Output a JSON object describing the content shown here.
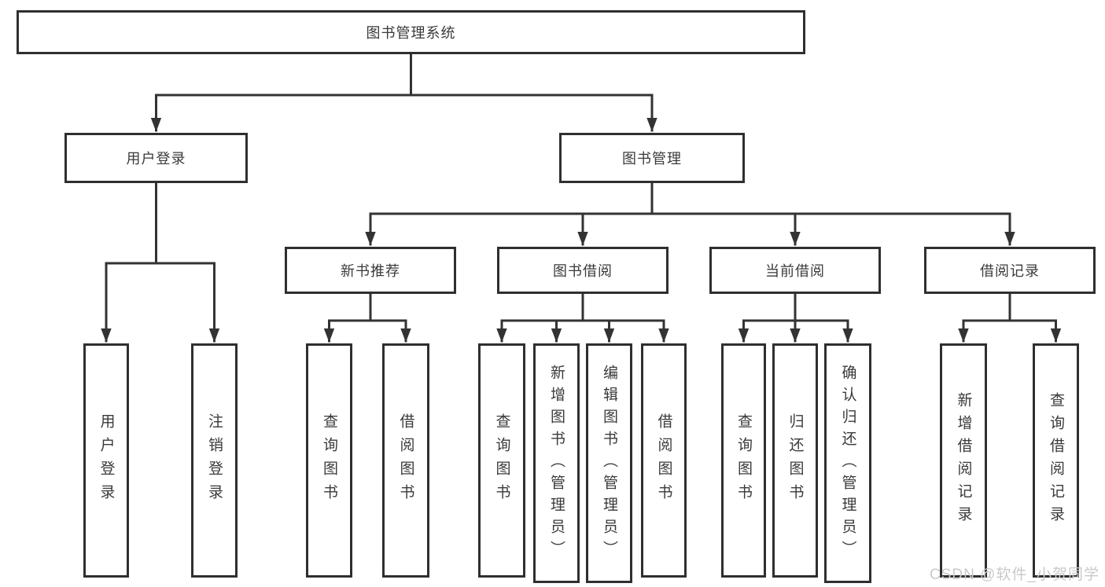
{
  "diagram": {
    "root": {
      "label": "图书管理系统"
    },
    "level2": [
      {
        "label": "用户登录"
      },
      {
        "label": "图书管理"
      }
    ],
    "level3": [
      {
        "label": "新书推荐"
      },
      {
        "label": "图书借阅"
      },
      {
        "label": "当前借阅"
      },
      {
        "label": "借阅记录"
      }
    ],
    "leaves": {
      "login": [
        "用户登录",
        "注销登录"
      ],
      "recommend": [
        "查询图书",
        "借阅图书"
      ],
      "borrow": [
        "查询图书",
        "新增图书（管理员）",
        "编辑图书（管理员）",
        "借阅图书"
      ],
      "current": [
        "查询图书",
        "归还图书",
        "确认归还（管理员）"
      ],
      "records": [
        "新增借阅记录",
        "查询借阅记录"
      ]
    }
  },
  "watermark": {
    "text": "CSDN @软件_小贺同学"
  },
  "colors": {
    "line": "#333333",
    "border": "#2f2f2f",
    "text": "#3a3a3a",
    "watermark": "#c9c9c9",
    "background": "#ffffff"
  }
}
